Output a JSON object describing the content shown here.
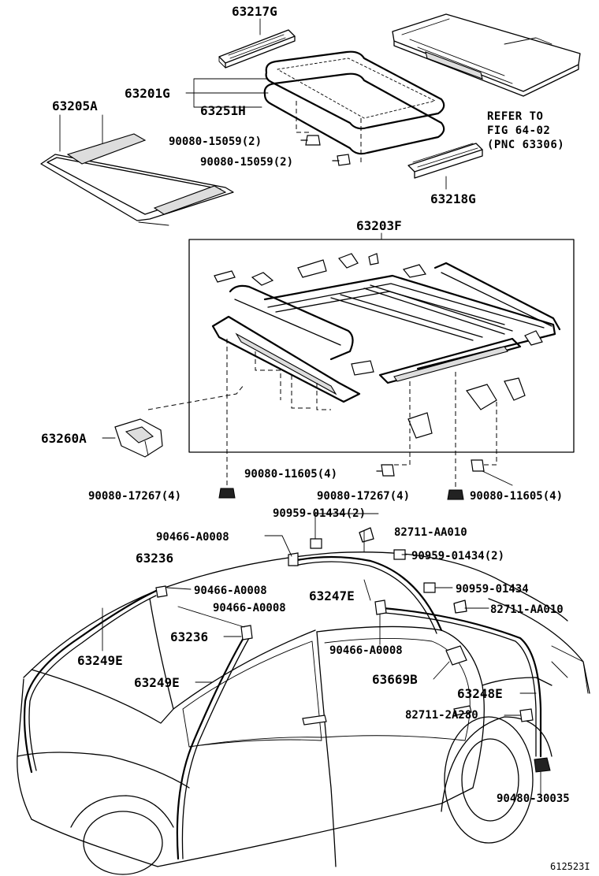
{
  "labels": {
    "p63217G": "63217G",
    "p63201G": "63201G",
    "p63251H": "63251H",
    "p63205A": "63205A",
    "p90080_15059_a": "90080-15059(2)",
    "p90080_15059_b": "90080-15059(2)",
    "refer1": "REFER TO",
    "refer2": "FIG 64-02",
    "refer3": "(PNC 63306)",
    "p63218G": "63218G",
    "p63203F": "63203F",
    "p63260A": "63260A",
    "p90080_11605_a": "90080-11605(4)",
    "p90080_17267_a": "90080-17267(4)",
    "p90080_17267_b": "90080-17267(4)",
    "p90080_11605_b": "90080-11605(4)",
    "p90959_01434_a": "90959-01434(2)",
    "p90466_A0008_a": "90466-A0008",
    "p82711_AA010_a": "82711-AA010",
    "p90959_01434_b": "90959-01434(2)",
    "p63236_a": "63236",
    "p90466_A0008_b": "90466-A0008",
    "p90959_01434_c": "90959-01434",
    "p63247E": "63247E",
    "p90466_A0008_c": "90466-A0008",
    "p82711_AA010_b": "82711-AA010",
    "p63249E_a": "63249E",
    "p63236_b": "63236",
    "p90466_A0008_d": "90466-A0008",
    "p63669B": "63669B",
    "p63249E_b": "63249E",
    "p63248E": "63248E",
    "p82711_2A280": "82711-2A280",
    "p90480_30035": "90480-30035",
    "figure_code": "612523I"
  }
}
